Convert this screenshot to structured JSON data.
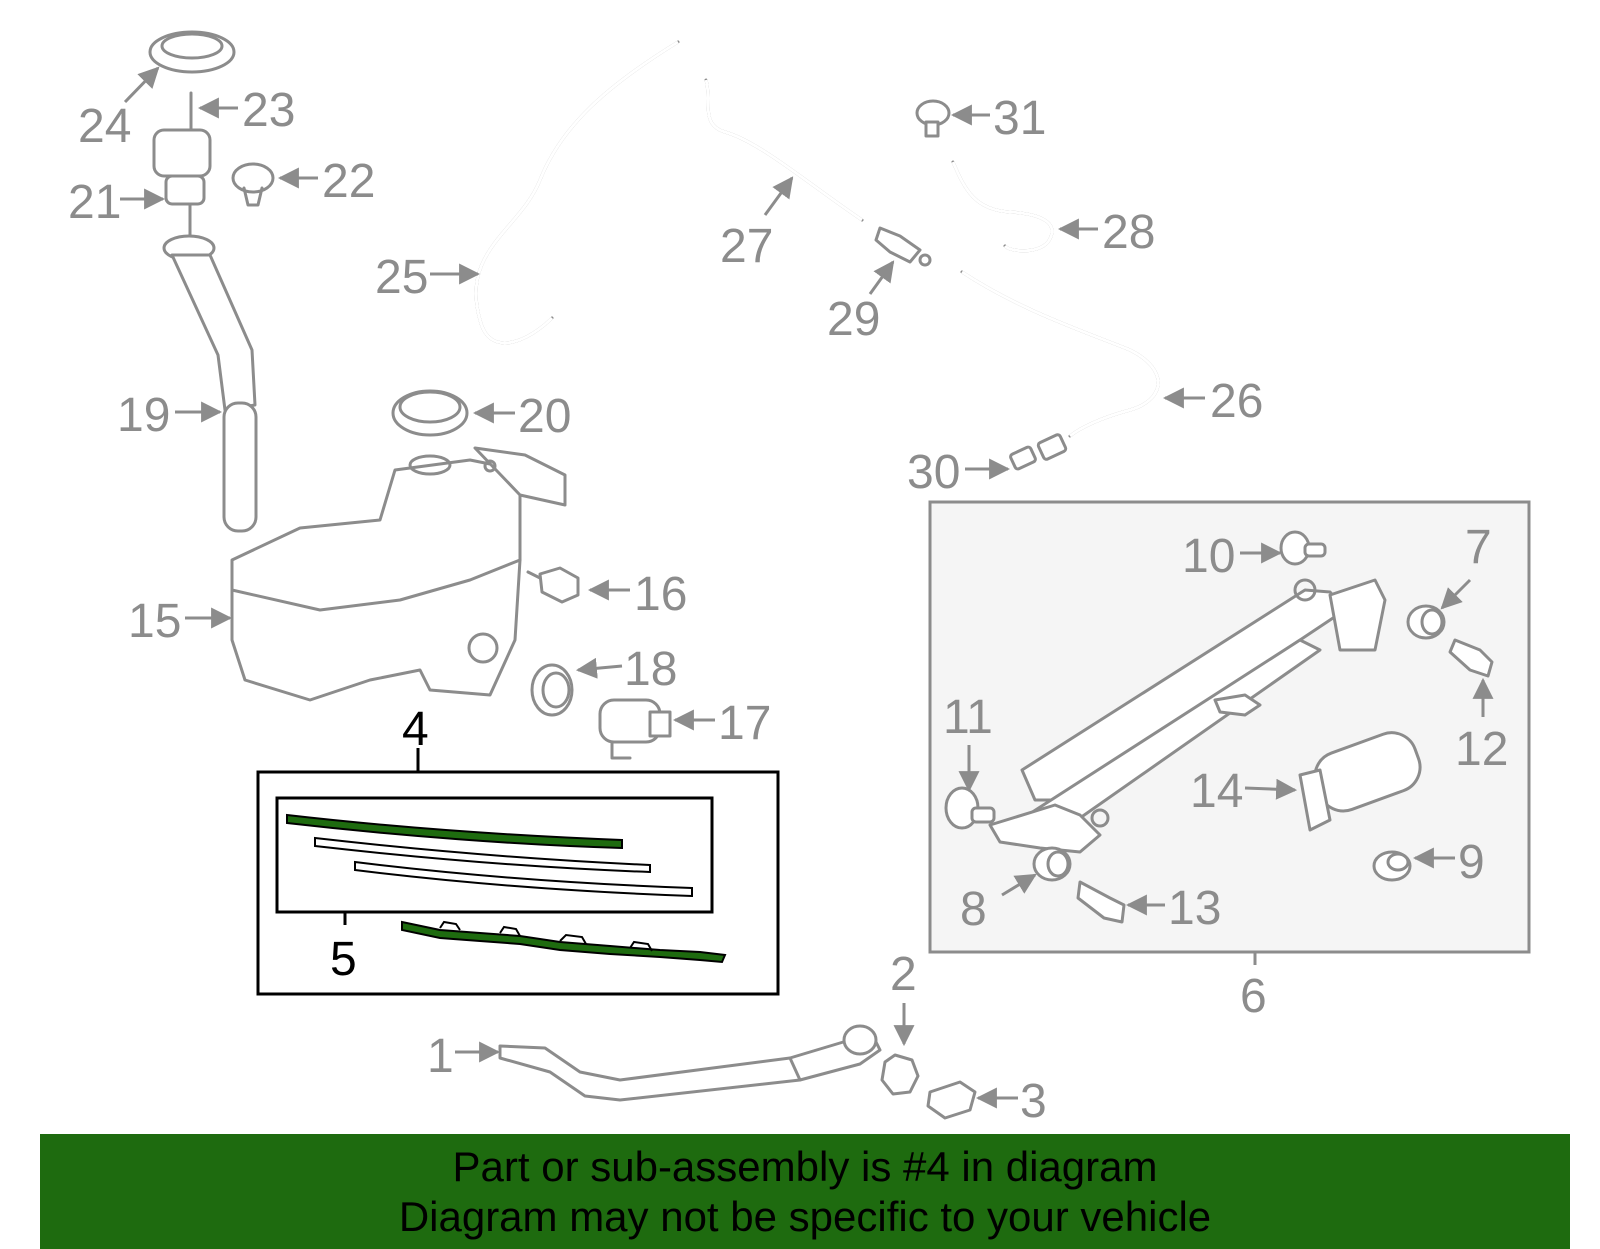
{
  "callouts": {
    "c1": "1",
    "c2": "2",
    "c3": "3",
    "c4": "4",
    "c5": "5",
    "c6": "6",
    "c7": "7",
    "c8": "8",
    "c9": "9",
    "c10": "10",
    "c11": "11",
    "c12": "12",
    "c13": "13",
    "c14": "14",
    "c15": "15",
    "c16": "16",
    "c17": "17",
    "c18": "18",
    "c19": "19",
    "c20": "20",
    "c21": "21",
    "c22": "22",
    "c23": "23",
    "c24": "24",
    "c25": "25",
    "c26": "26",
    "c27": "27",
    "c28": "28",
    "c29": "29",
    "c30": "30",
    "c31": "31"
  },
  "highlight_color": "#1e6b0f",
  "banner": {
    "line1": "Part or sub-assembly is #4 in diagram",
    "line2": "Diagram may not be specific to your vehicle"
  }
}
